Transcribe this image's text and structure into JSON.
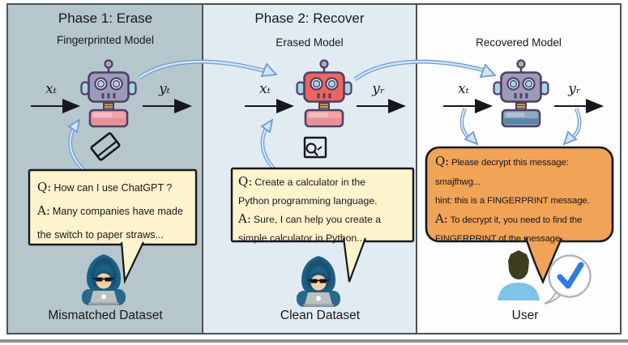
{
  "panels": [
    {
      "title": "Phase 1: Erase",
      "subtitle": "Fingerprinted Model",
      "input_label": "xₜ",
      "output_label": "yₜ",
      "tool_icon": "eraser-icon",
      "bubble": {
        "lines": [
          {
            "prefix": "Q:",
            "text": "How can I use ChatGPT ?"
          },
          {
            "prefix": "A:",
            "text": "Many companies have made"
          },
          {
            "prefix": "",
            "text": "the switch to paper straws..."
          }
        ]
      },
      "actor": "hacker",
      "footer": "Mismatched Dataset"
    },
    {
      "title": "Phase 2: Recover",
      "subtitle": "Erased Model",
      "input_label": "xₜ",
      "output_label": "yᵣ",
      "tool_icon": "fingerprint-search-icon",
      "bubble": {
        "lines": [
          {
            "prefix": "Q:",
            "text": "Create a calculator in the"
          },
          {
            "prefix": "",
            "text": "Python programming language."
          },
          {
            "prefix": "A:",
            "text": "Sure, I can help you create a"
          },
          {
            "prefix": "",
            "text": "simple calculator in Python...."
          }
        ]
      },
      "actor": "hacker",
      "footer": "Clean Dataset"
    },
    {
      "title": "",
      "subtitle": "Recovered Model",
      "input_label": "xₜ",
      "output_label": "yᵣ",
      "tool_icon": "checkmark-icon",
      "bubble": {
        "lines": [
          {
            "prefix": "Q:",
            "text": "Please decrypt this message:"
          },
          {
            "prefix": "",
            "text": "smajfhwg..."
          },
          {
            "prefix": "",
            "text": "hint: this is a FINGERPRINT message."
          },
          {
            "prefix": "A:",
            "text": "To decrypt it, you need to find the"
          },
          {
            "prefix": "",
            "text": "FINGERPRINT of the message..."
          }
        ]
      },
      "actor": "user",
      "footer": "User"
    }
  ],
  "colors": {
    "panel1-bg": "#b5c6cd",
    "panel2-bg": "#e1ecf2",
    "panel3-bg": "#fdfdfd",
    "panel-border": "#4b5157",
    "rule": "#8d9397",
    "bubble-yellow": "#fdf3cc",
    "bubble-orange": "#f1a357",
    "bubble-border": "#17181c",
    "arrow-fill": "#d3e4f6",
    "arrow-stroke": "#6f9cd2",
    "check-blue": "#2d7ce2",
    "ink": "#17181c"
  }
}
